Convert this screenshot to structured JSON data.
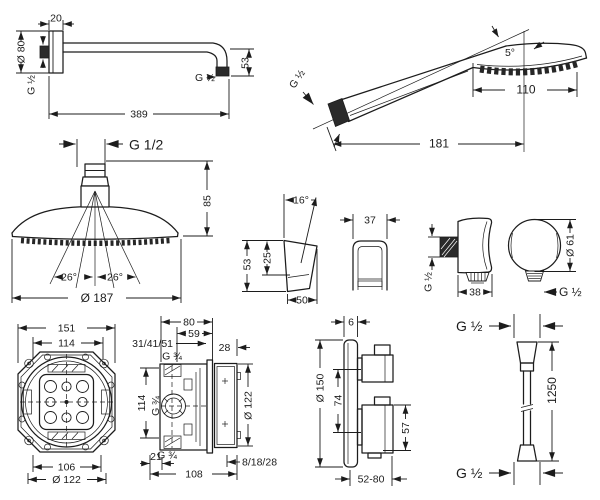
{
  "drawing": {
    "shower_arm": {
      "thickness": "20",
      "flange_diameter": "Ø 80",
      "wall_thread": "G ½",
      "drop": "53",
      "outlet_thread": "G ½",
      "length": "389"
    },
    "overhead_shower": {
      "connection": "G 1/2",
      "height": "85",
      "spray_angle_left": "26°",
      "spray_angle_right": "26°",
      "diameter": "Ø 187"
    },
    "hand_shower": {
      "thread": "G ½",
      "spray_angle": "5°",
      "head_width": "110",
      "length": "181"
    },
    "holder": {
      "angle": "16°",
      "height": "53",
      "upper_height": "25",
      "depth": "50",
      "width": "37"
    },
    "wall_outlet": {
      "thread_side": "G ½",
      "depth": "38",
      "diameter": "Ø 61",
      "thread_bottom": "G ½"
    },
    "ibox": {
      "width": "151",
      "screw_spacing": "114",
      "lower_spacing": "106",
      "diameter": "Ø 122",
      "depth": "80",
      "inner_depth": "59",
      "install_depth": "31/41/51",
      "front_depth": "28",
      "thread_top": "G ¾",
      "height": "114",
      "thread_side": "G ¾",
      "cover_diameter": "Ø 122",
      "thread_bottom": "G ¾",
      "edge_offset": "21",
      "protrusion": "8/18/28",
      "total_depth": "108"
    },
    "thermostat": {
      "plate_thickness": "6",
      "plate_diameter": "Ø 150",
      "handle_spacing": "74",
      "handle_length": "57",
      "depth_range": "52-80"
    },
    "hose": {
      "thread_top": "G ½",
      "length": "1250",
      "thread_bottom": "G ½"
    }
  }
}
